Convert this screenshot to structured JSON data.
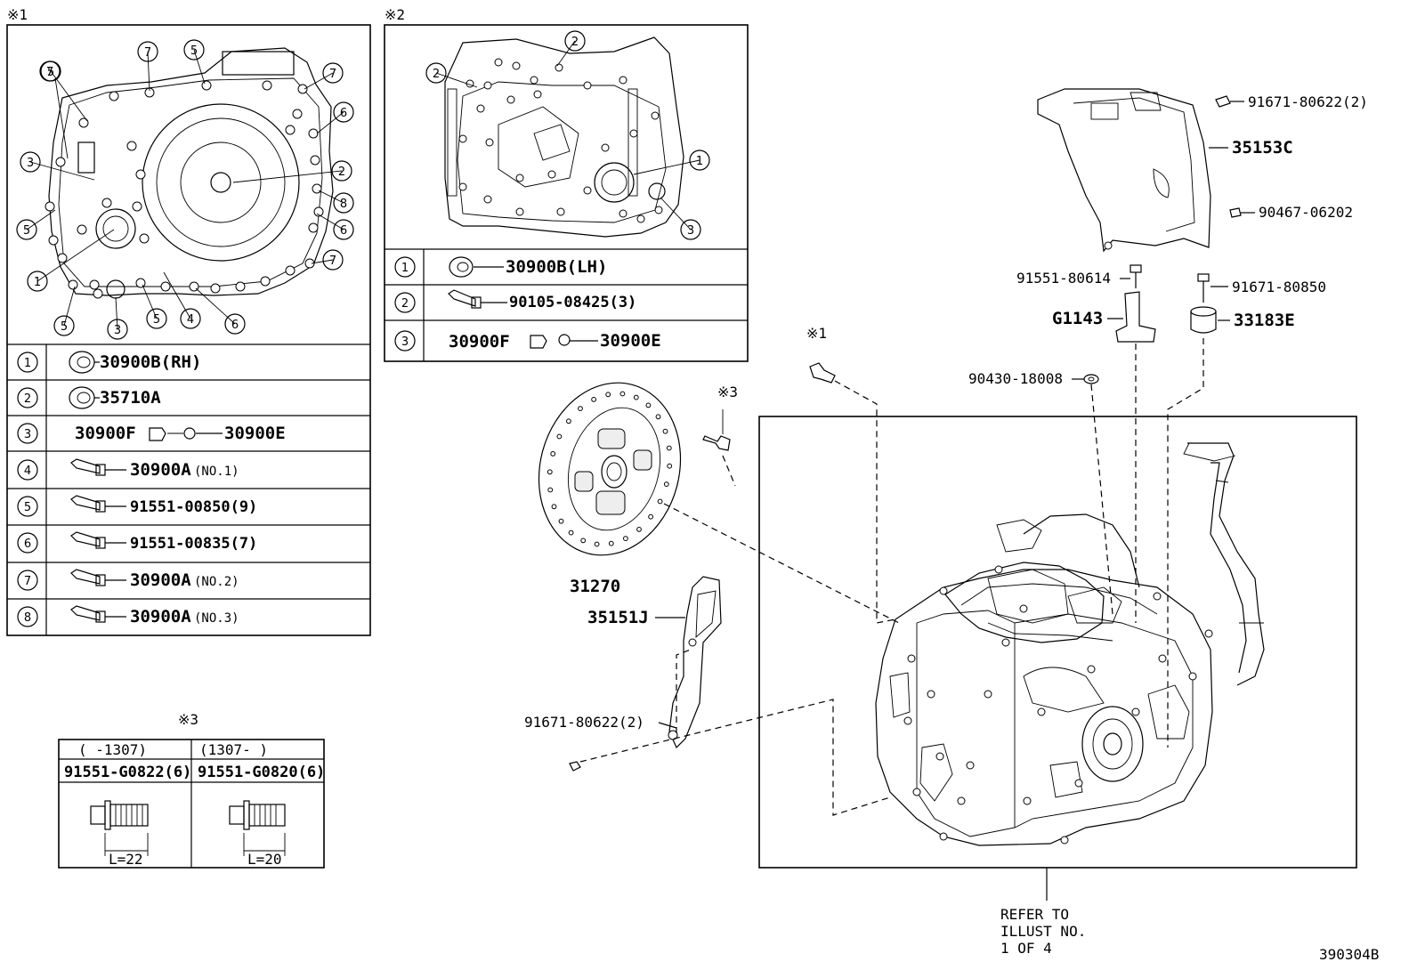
{
  "marks": {
    "m1": "※1",
    "m2": "※2",
    "m3": "※3"
  },
  "panel1": {
    "rows": [
      {
        "num": "1",
        "part": "30900B(RH)",
        "suffix": ""
      },
      {
        "num": "2",
        "part": "35710A",
        "suffix": ""
      },
      {
        "num": "3",
        "part": "30900F",
        "part2": "30900E",
        "suffix": ""
      },
      {
        "num": "4",
        "part": "30900A",
        "suffix": "(NO.1)"
      },
      {
        "num": "5",
        "part": "91551-00850(9)",
        "suffix": ""
      },
      {
        "num": "6",
        "part": "91551-00835(7)",
        "suffix": ""
      },
      {
        "num": "7",
        "part": "30900A",
        "suffix": "(NO.2)"
      },
      {
        "num": "8",
        "part": "30900A",
        "suffix": "(NO.3)"
      }
    ],
    "callouts": [
      "5",
      "7",
      "5",
      "7",
      "7",
      "6",
      "3",
      "2",
      "8",
      "5",
      "6",
      "7",
      "1",
      "5",
      "3",
      "5",
      "4",
      "6"
    ]
  },
  "panel2": {
    "rows": [
      {
        "num": "1",
        "part": "30900B(LH)"
      },
      {
        "num": "2",
        "part": "90105-08425(3)"
      },
      {
        "num": "3",
        "part": "30900F",
        "part2": "30900E"
      }
    ],
    "callouts": [
      "2",
      "2",
      "1",
      "3"
    ]
  },
  "panel3": {
    "headers": [
      "(    -1307)",
      "(1307-    )"
    ],
    "parts": [
      "91551-G0822(6)",
      "91551-G0820(6)"
    ],
    "dims": [
      "L=22",
      "L=20"
    ]
  },
  "parts": {
    "p91671_80622_2": "91671-80622(2)",
    "p35153C": "35153C",
    "p90467_06202": "90467-06202",
    "p91551_80614": "91551-80614",
    "p91671_80850": "91671-80850",
    "pG1143": "G1143",
    "p33183E": "33183E",
    "p90430_18008": "90430-18008",
    "p31270": "31270",
    "p35151J": "35151J",
    "p91671_80622_2b": "91671-80622(2)"
  },
  "refer": {
    "line1": "REFER TO",
    "line2": "ILLUST NO.",
    "line3": "1 OF 4"
  },
  "figure_id": "390304B"
}
